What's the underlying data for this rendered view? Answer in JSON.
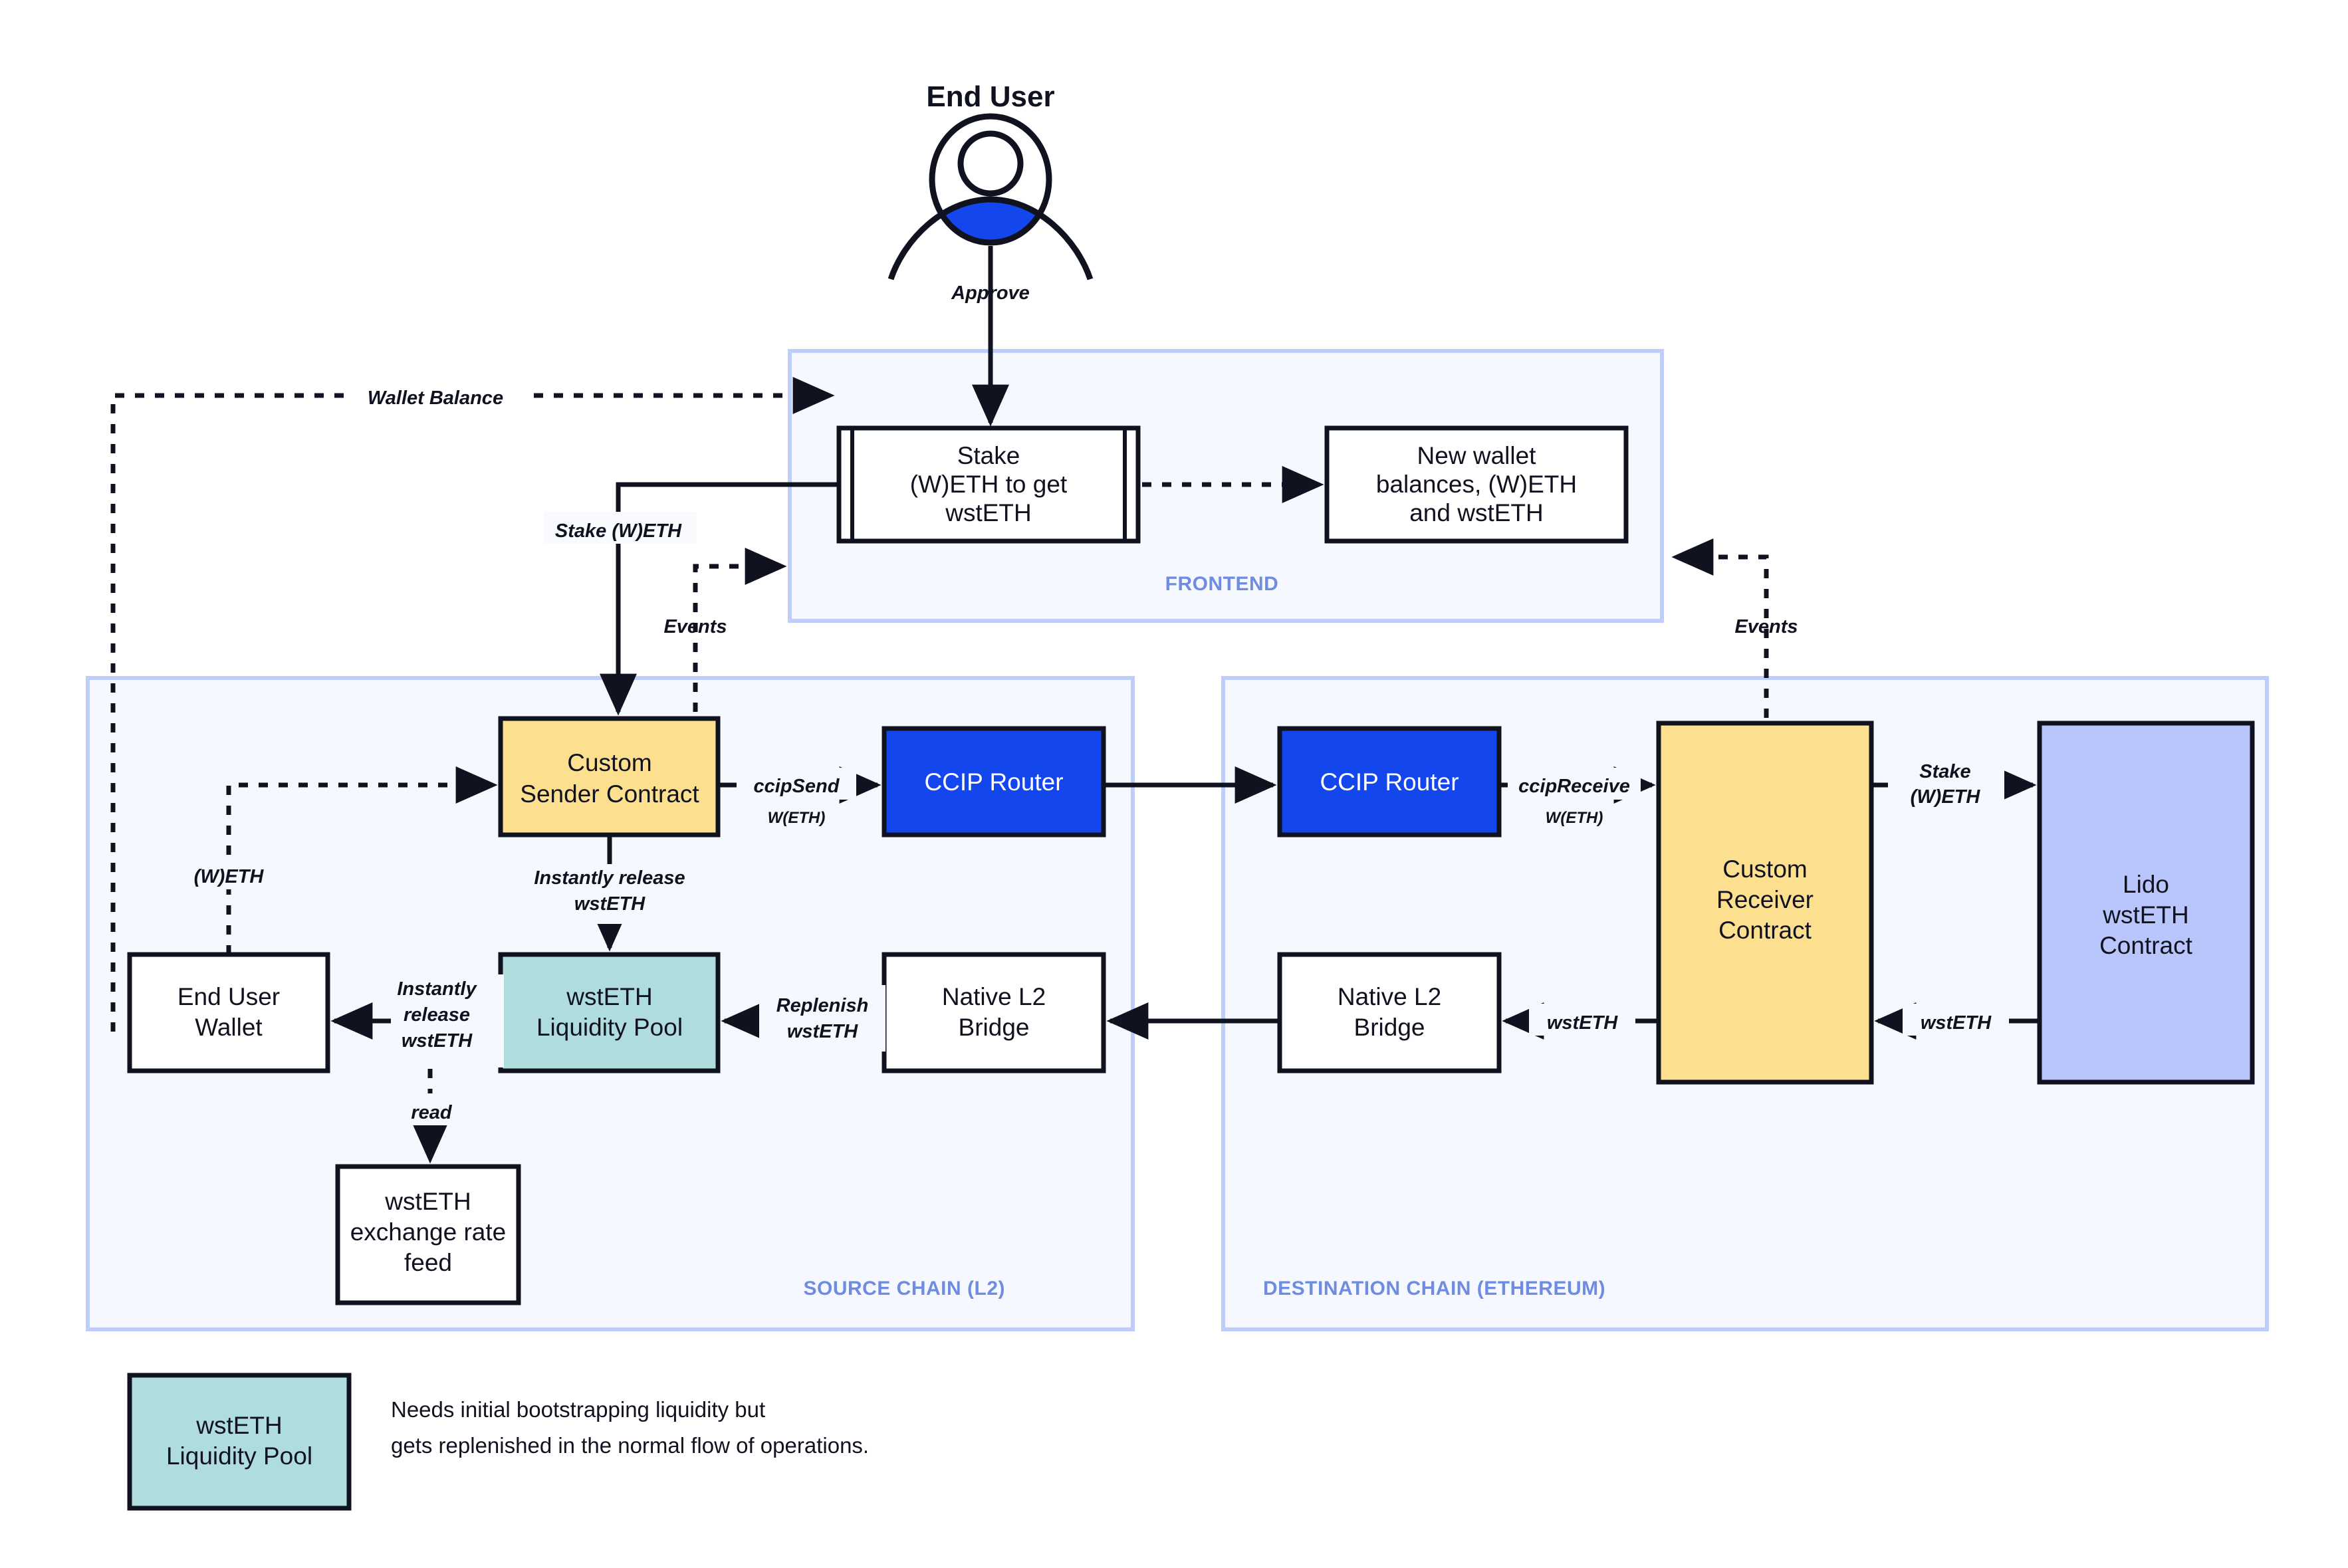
{
  "diagram": {
    "title": "End User",
    "actor": {
      "label": "End User",
      "icon": "user-avatar-icon",
      "accent": "#1446EE"
    }
  },
  "panels": [
    {
      "id": "frontend",
      "label": "FRONTEND",
      "fill": "#f5f8ff",
      "stroke": "#bfcdfb"
    },
    {
      "id": "source_chain",
      "label": "SOURCE CHAIN (L2)",
      "fill": "#f5f8ff",
      "stroke": "#bfcdfb"
    },
    {
      "id": "destination_chain",
      "label": "DESTINATION CHAIN (ETHEREUM)",
      "fill": "#f5f8ff",
      "stroke": "#bfcdfb"
    }
  ],
  "nodes": {
    "stake_frontend": {
      "label_lines": [
        "Stake",
        "(W)ETH to get",
        "wstETH"
      ],
      "shape": "subroutine",
      "fill": "#ffffff"
    },
    "new_balances": {
      "label_lines": [
        "New wallet",
        "balances, (W)ETH",
        "and wstETH"
      ],
      "shape": "rect",
      "fill": "#ffffff"
    },
    "custom_sender": {
      "label_lines": [
        "Custom",
        "Sender Contract"
      ],
      "shape": "rect",
      "fill": "#FCDF8F"
    },
    "ccip_router_src": {
      "label_lines": [
        "CCIP Router"
      ],
      "shape": "rect",
      "fill": "#1446EE"
    },
    "ccip_router_dst": {
      "label_lines": [
        "CCIP Router"
      ],
      "shape": "rect",
      "fill": "#1446EE"
    },
    "custom_receiver": {
      "label_lines": [
        "Custom",
        "Receiver",
        "Contract"
      ],
      "shape": "rect",
      "fill": "#FCDF8F"
    },
    "lido_wsteth": {
      "label_lines": [
        "Lido",
        "wstETH",
        "Contract"
      ],
      "shape": "rect",
      "fill": "#B9C6FB"
    },
    "end_user_wallet": {
      "label_lines": [
        "End User",
        "Wallet"
      ],
      "shape": "rect",
      "fill": "#ffffff"
    },
    "wsteth_pool": {
      "label_lines": [
        "wstETH",
        "Liquidity Pool"
      ],
      "shape": "rect",
      "fill": "#AFDCDC"
    },
    "native_bridge_src": {
      "label_lines": [
        "Native L2",
        "Bridge"
      ],
      "shape": "rect",
      "fill": "#ffffff"
    },
    "native_bridge_dst": {
      "label_lines": [
        "Native L2",
        "Bridge"
      ],
      "shape": "rect",
      "fill": "#ffffff"
    },
    "rate_feed": {
      "label_lines": [
        "wstETH",
        "exchange rate",
        "feed"
      ],
      "shape": "rect",
      "fill": "#ffffff"
    }
  },
  "edges": {
    "approve": "Approve",
    "wallet_balance": "Wallet Balance",
    "stake_weth": "Stake (W)ETH",
    "events_left": "Events",
    "events_right": "Events",
    "weth_left": "(W)ETH",
    "ccip_send": "ccipSend",
    "ccip_send_sub": "W(ETH)",
    "ccip_receive": "ccipReceive",
    "ccip_receive_sub": "W(ETH)",
    "stake_weth_dst_line1": "Stake",
    "stake_weth_dst_line2": "(W)ETH",
    "instantly_release_1": "Instantly release",
    "instantly_release_2": "wstETH",
    "instantly_release_wallet_1": "Instantly",
    "instantly_release_wallet_2": "release",
    "instantly_release_wallet_3": "wstETH",
    "replenish_1": "Replenish",
    "replenish_2": "wstETH",
    "read": "read",
    "wsteth_dst_a": "wstETH",
    "wsteth_dst_b": "wstETH"
  },
  "legend": {
    "swatch_lines": [
      "wstETH",
      "Liquidity Pool"
    ],
    "swatch_fill": "#AFDCDC",
    "note_line1": "Needs initial bootstrapping liquidity but",
    "note_line2": "gets replenished in the normal flow of operations."
  }
}
